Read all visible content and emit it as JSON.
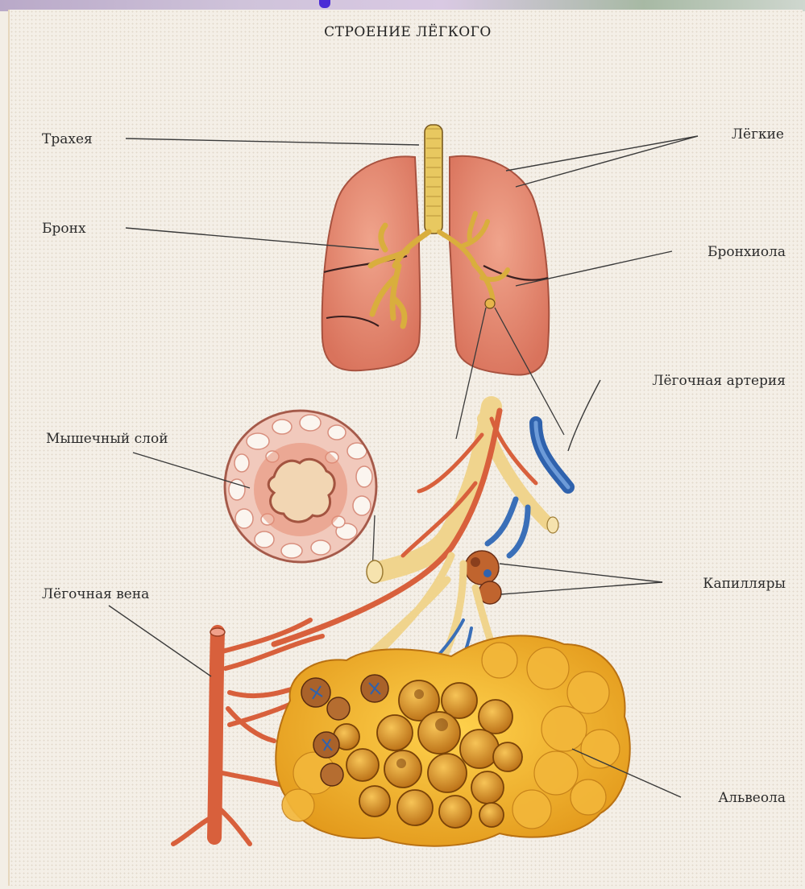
{
  "title": "СТРОЕНИЕ ЛЁГКОГО",
  "labels": {
    "trachea": "Трахея",
    "lungs": "Лёгкие",
    "bronchus": "Бронх",
    "bronchiole": "Бронхиола",
    "pulmonary_artery": "Лёгочная артерия",
    "muscle_layer": "Мышечный слой",
    "capillaries": "Капилляры",
    "pulmonary_vein": "Лёгочная вена",
    "alveolus": "Альвеола"
  },
  "colors": {
    "lung": "#e08a72",
    "trachea": "#e8c860",
    "artery": "#d8603c",
    "vein_blue": "#3a6fb8",
    "alveoli": "#f0b230",
    "background": "#f4efe7"
  }
}
